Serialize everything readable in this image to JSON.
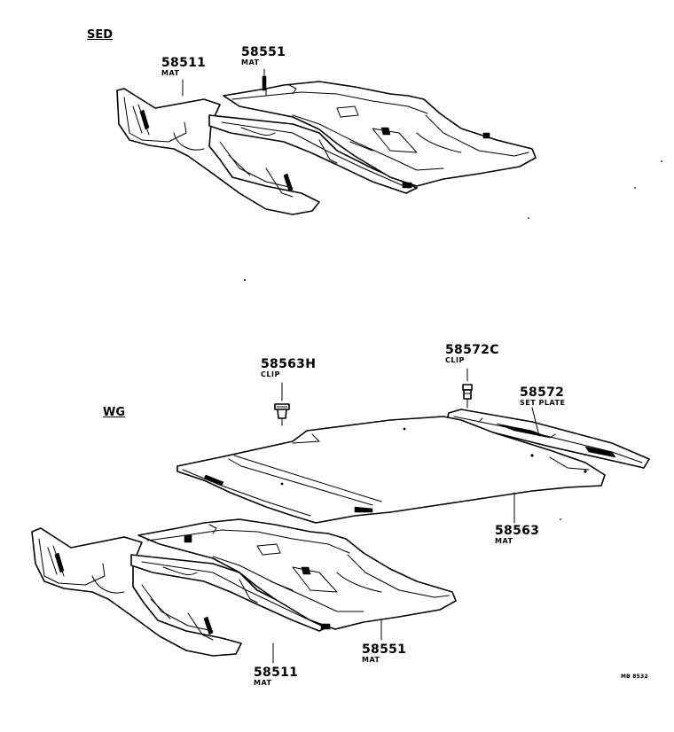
{
  "sections": {
    "sed": "SED",
    "wg": "WG"
  },
  "sed": {
    "mat_front": {
      "number": "58511",
      "name": "MAT"
    },
    "mat_rear": {
      "number": "58551",
      "name": "MAT"
    }
  },
  "wg": {
    "clip_mat": {
      "number": "58563H",
      "name": "CLIP"
    },
    "clip_plate": {
      "number": "58572C",
      "name": "CLIP"
    },
    "set_plate": {
      "number": "58572",
      "name": "SET PLATE"
    },
    "cargo_mat": {
      "number": "58563",
      "name": "MAT"
    },
    "mat_rear": {
      "number": "58551",
      "name": "MAT"
    },
    "mat_front": {
      "number": "58511",
      "name": "MAT"
    }
  },
  "reference_code": "MB 8532"
}
